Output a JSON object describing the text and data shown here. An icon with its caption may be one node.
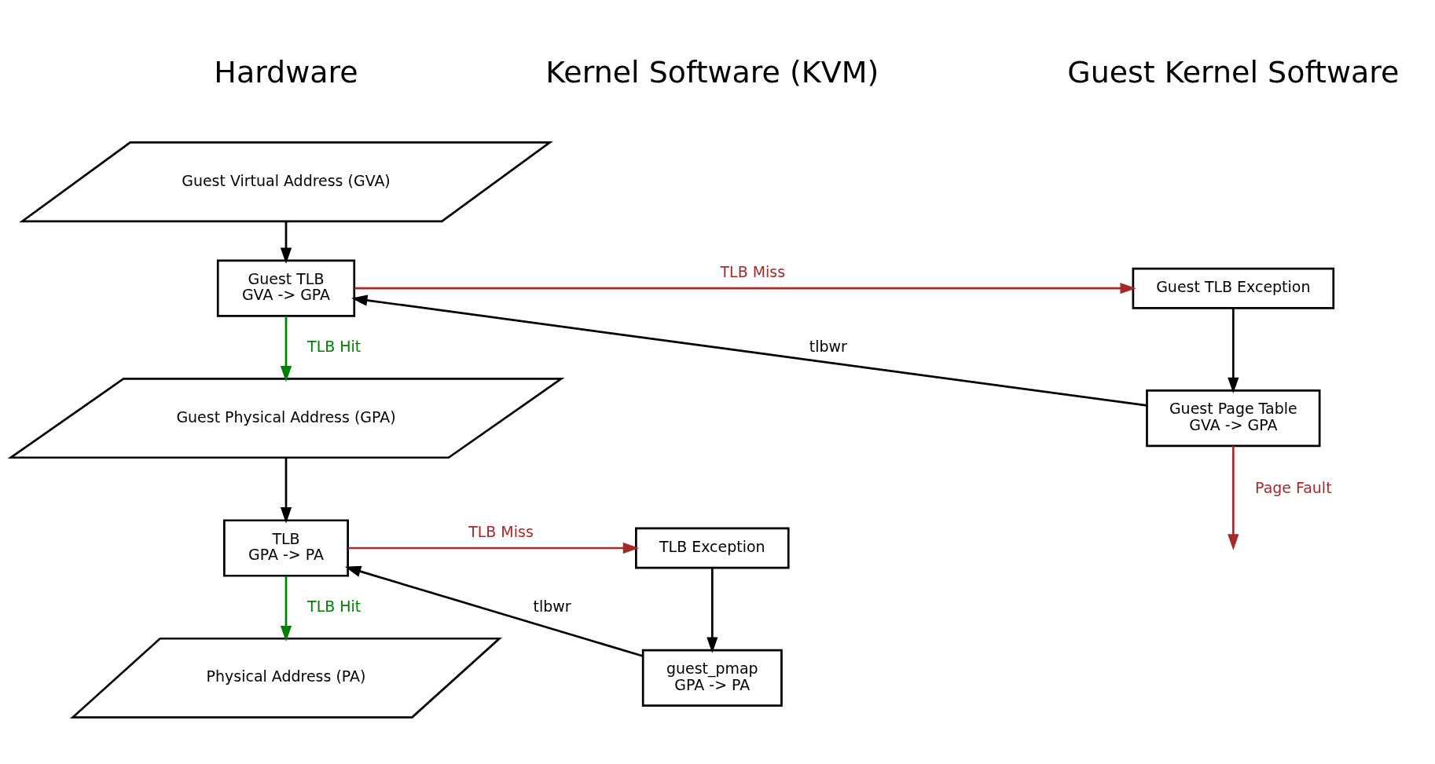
{
  "diagram": {
    "nodes": [
      {
        "text": [
          "Guest Virtual Address (GVA)"
        ]
      },
      {
        "text": [
          "Guest TLB",
          "GVA -> GPA"
        ]
      },
      {
        "text": [
          "Guest Physical Address (GPA)"
        ]
      },
      {
        "text": [
          "TLB",
          "GPA -> PA"
        ]
      },
      {
        "text": [
          "Physical Address (PA)"
        ]
      },
      {
        "text": [
          "TLB Exception"
        ]
      },
      {
        "text": [
          "guest_pmap",
          "GPA -> PA"
        ]
      },
      {
        "text": [
          "Guest TLB Exception"
        ]
      },
      {
        "text": [
          "Guest Page Table",
          "GVA -> GPA"
        ]
      }
    ],
    "edges": [
      {
        "from": 0,
        "to": 1,
        "arrow": "to"
      },
      {
        "from": 1,
        "to": 2,
        "arrow": "to",
        "label": "TLB Hit",
        "color": "#008000"
      },
      {
        "from": 2,
        "to": 3,
        "arrow": "to"
      },
      {
        "from": 3,
        "to": 4,
        "arrow": "to",
        "label": "TLB Hit",
        "color": "#008000"
      },
      {
        "from": 1,
        "to": 7,
        "arrow": "to",
        "label": "TLB Miss",
        "color": "#a52a2a"
      },
      {
        "from": 7,
        "to": 8,
        "arrow": "to"
      },
      {
        "from": 8,
        "to": 1,
        "arrow": "to",
        "label": "tlbwr"
      },
      {
        "from": 3,
        "to": 5,
        "arrow": "to",
        "label": "TLB Miss",
        "color": "#a52a2a"
      },
      {
        "from": 5,
        "to": 6,
        "arrow": "to"
      },
      {
        "from": 6,
        "to": 3,
        "arrow": "to",
        "label": "tlbwr"
      },
      {
        "from": 8,
        "to": null,
        "arrow": "to",
        "label": "Page Fault",
        "color": "#a52a2a"
      }
    ],
    "labels": [
      "Hardware",
      "Kernel Software (KVM)",
      "Guest Kernel Software"
    ]
  }
}
